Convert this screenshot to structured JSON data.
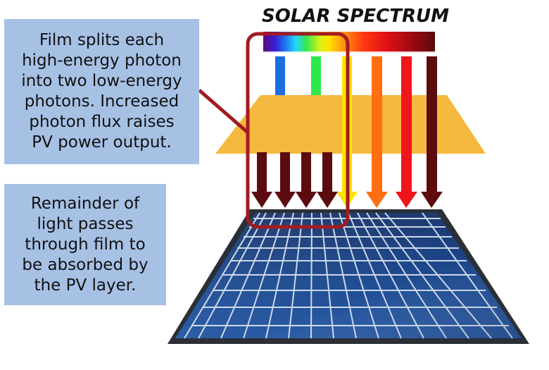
{
  "title": "SOLAR SPECTRUM",
  "callouts": {
    "top": "Film splits each\nhigh-energy photon\ninto two low-energy\nphotons. Increased\nphoton flux raises\nPV power output.",
    "bottom": "Remainder of\nlight passes\nthrough film to\nbe absorbed by\nthe PV layer."
  },
  "colors": {
    "callout_bg": "#a7c1e5",
    "film": "#f5b93f",
    "highlight": "#a31b20",
    "arrow_blue": "#1a6fe0",
    "arrow_green": "#2ee84a",
    "arrow_yellow": "#ffe400",
    "arrow_orange": "#ff6f12",
    "arrow_red": "#f0151b",
    "arrow_darkred": "#5c0b0f",
    "panel_cell": "#1c3c77",
    "panel_frame": "#2a2f36"
  }
}
